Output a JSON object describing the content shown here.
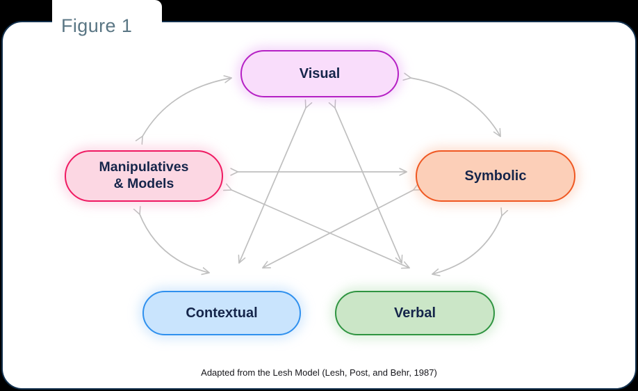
{
  "figure": {
    "tab_label": "Figure 1",
    "caption": "Adapted from the Lesh Model (Lesh, Post, and Behr, 1987)"
  },
  "nodes": [
    {
      "id": "visual",
      "label": "Visual",
      "fill": "#f9ddfb",
      "border": "#b520c4",
      "text": "#15254a"
    },
    {
      "id": "manipulatives",
      "label": "Manipulatives\n& Models",
      "fill": "#fcd7e3",
      "border": "#ef1a62",
      "text": "#15254a"
    },
    {
      "id": "symbolic",
      "label": "Symbolic",
      "fill": "#fccfb8",
      "border": "#ef5822",
      "text": "#15254a"
    },
    {
      "id": "contextual",
      "label": "Contextual",
      "fill": "#c9e4fd",
      "border": "#2f90ee",
      "text": "#15254a"
    },
    {
      "id": "verbal",
      "label": "Verbal",
      "fill": "#cbe6c7",
      "border": "#2f9441",
      "text": "#15254a"
    }
  ],
  "connectors": {
    "arrow_color": "#bfbfbf",
    "outer_curved_count": 4,
    "inner_star_count": 5,
    "outer_pairs": [
      [
        "manipulatives",
        "visual"
      ],
      [
        "visual",
        "symbolic"
      ],
      [
        "manipulatives",
        "contextual"
      ],
      [
        "symbolic",
        "verbal"
      ]
    ],
    "inner_pairs": [
      [
        "manipulatives",
        "symbolic"
      ],
      [
        "visual",
        "contextual"
      ],
      [
        "visual",
        "verbal"
      ],
      [
        "manipulatives",
        "verbal"
      ],
      [
        "symbolic",
        "contextual"
      ]
    ]
  },
  "theme": {
    "page_background": "#000000",
    "card_background": "#ffffff",
    "card_border": "#12304d",
    "tab_text": "#5a7684",
    "caption_text": "#15151a"
  }
}
